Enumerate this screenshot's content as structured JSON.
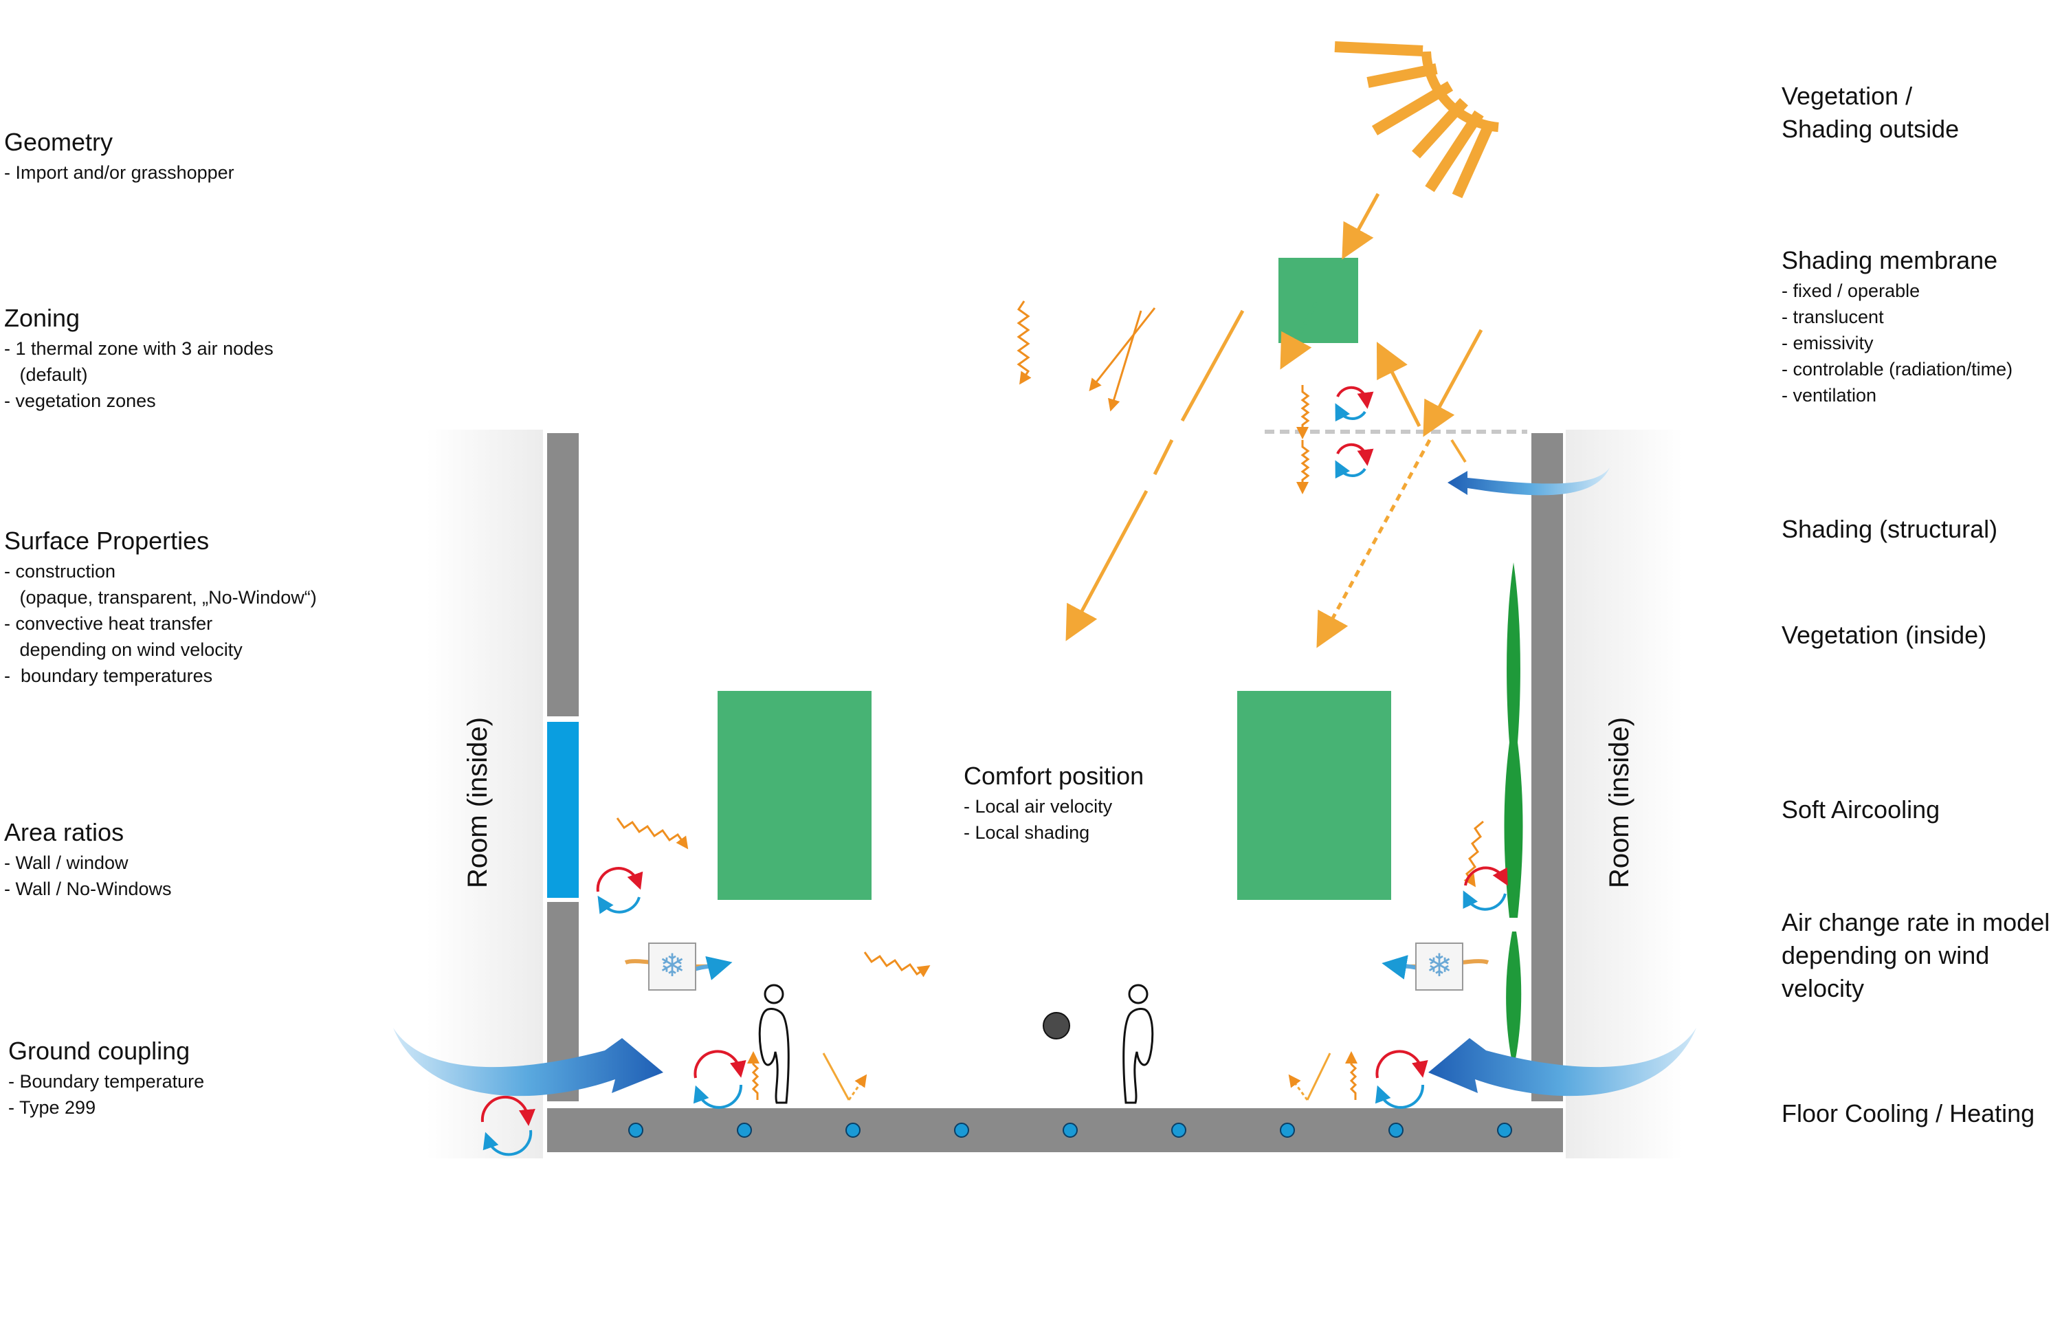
{
  "left_labels": [
    {
      "id": "geometry",
      "title": "Geometry",
      "items": [
        "- Import and/or grasshopper"
      ]
    },
    {
      "id": "zoning",
      "title": "Zoning",
      "items": [
        "- 1 thermal zone with 3 air nodes",
        "   (default)",
        "- vegetation zones"
      ]
    },
    {
      "id": "surface",
      "title": "Surface Properties",
      "items": [
        "- construction",
        "   (opaque, transparent, „No-Window“)",
        "- convective heat transfer",
        "   depending on wind velocity",
        "-  boundary temperatures"
      ]
    },
    {
      "id": "area",
      "title": "Area ratios",
      "items": [
        "- Wall / window",
        "- Wall / No-Windows"
      ]
    },
    {
      "id": "ground",
      "title": "Ground coupling",
      "items": [
        "- Boundary temperature",
        "- Type 299"
      ]
    }
  ],
  "right_labels": {
    "vegetation_outside": [
      "Vegetation /",
      "Shading outside"
    ],
    "shading_membrane": {
      "title": "Shading membrane",
      "items": [
        "- fixed / operable",
        "- translucent",
        "- emissivity",
        "- controlable (radiation/time)",
        "- ventilation"
      ]
    },
    "shading_structural": "Shading (structural)",
    "vegetation_inside": "Vegetation (inside)",
    "soft_aircooling": "Soft Aircooling",
    "air_change": [
      "Air change rate in model",
      "depending on wind velocity"
    ],
    "floor": "Floor Cooling / Heating"
  },
  "center": {
    "title": "Comfort position",
    "items": [
      "- Local air velocity",
      "- Local shading"
    ]
  },
  "rooms": {
    "left": "Room (inside)",
    "right": "Room (inside)"
  },
  "colors": {
    "wall": "#8a8a8a",
    "window": "#0a9ee0",
    "green": "#47b374",
    "sun": "#f3a735",
    "heat_red": "#e0192a",
    "heat_blue": "#1a9ad6",
    "wind": "#2f6fbf",
    "vegetation": "#1f9a3a"
  },
  "icons": [
    "sun-icon",
    "snowflake-icon",
    "person-icon",
    "wind-arrow-icon",
    "convection-cycle-icon",
    "radiation-arrow-icon"
  ]
}
